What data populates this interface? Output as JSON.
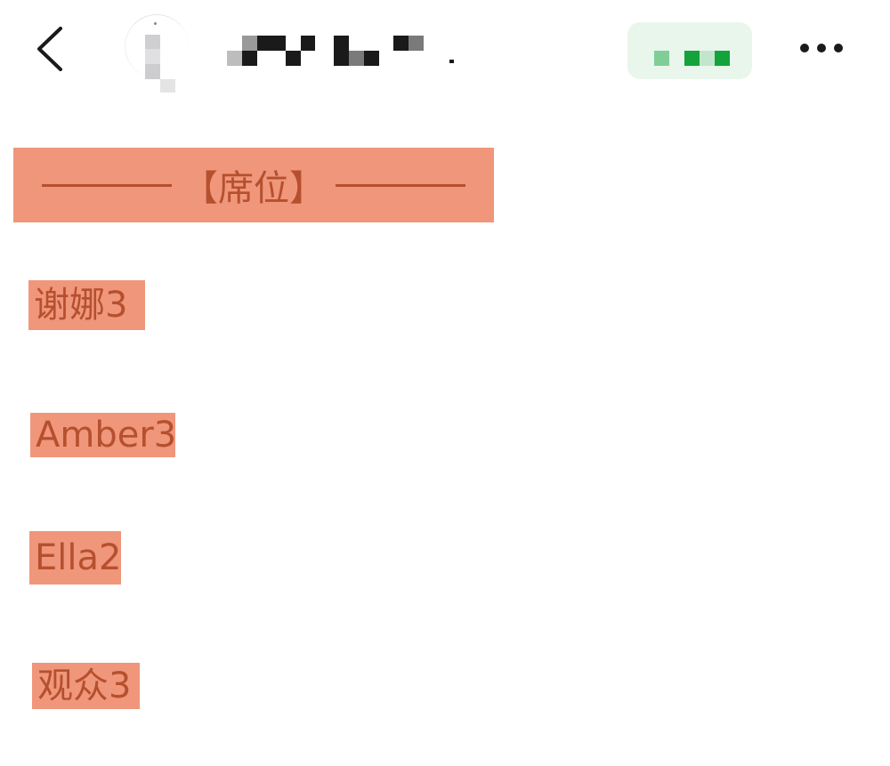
{
  "nav": {
    "back_icon": "chevron-left-icon",
    "title": "(obscured)",
    "status_pill_color": "#e9f6ec",
    "status_dot_colors": [
      "#7fce98",
      "#13a33a",
      "#13a33a"
    ],
    "more_icon": "more-horizontal-icon"
  },
  "content": {
    "section_header": {
      "label": "【席位】",
      "bg_color": "#F0967A",
      "text_color": "#B5502F"
    },
    "seats": [
      {
        "label": "谢娜3"
      },
      {
        "label": "Amber3"
      },
      {
        "label": "Ella2"
      },
      {
        "label": "观众3"
      }
    ]
  }
}
